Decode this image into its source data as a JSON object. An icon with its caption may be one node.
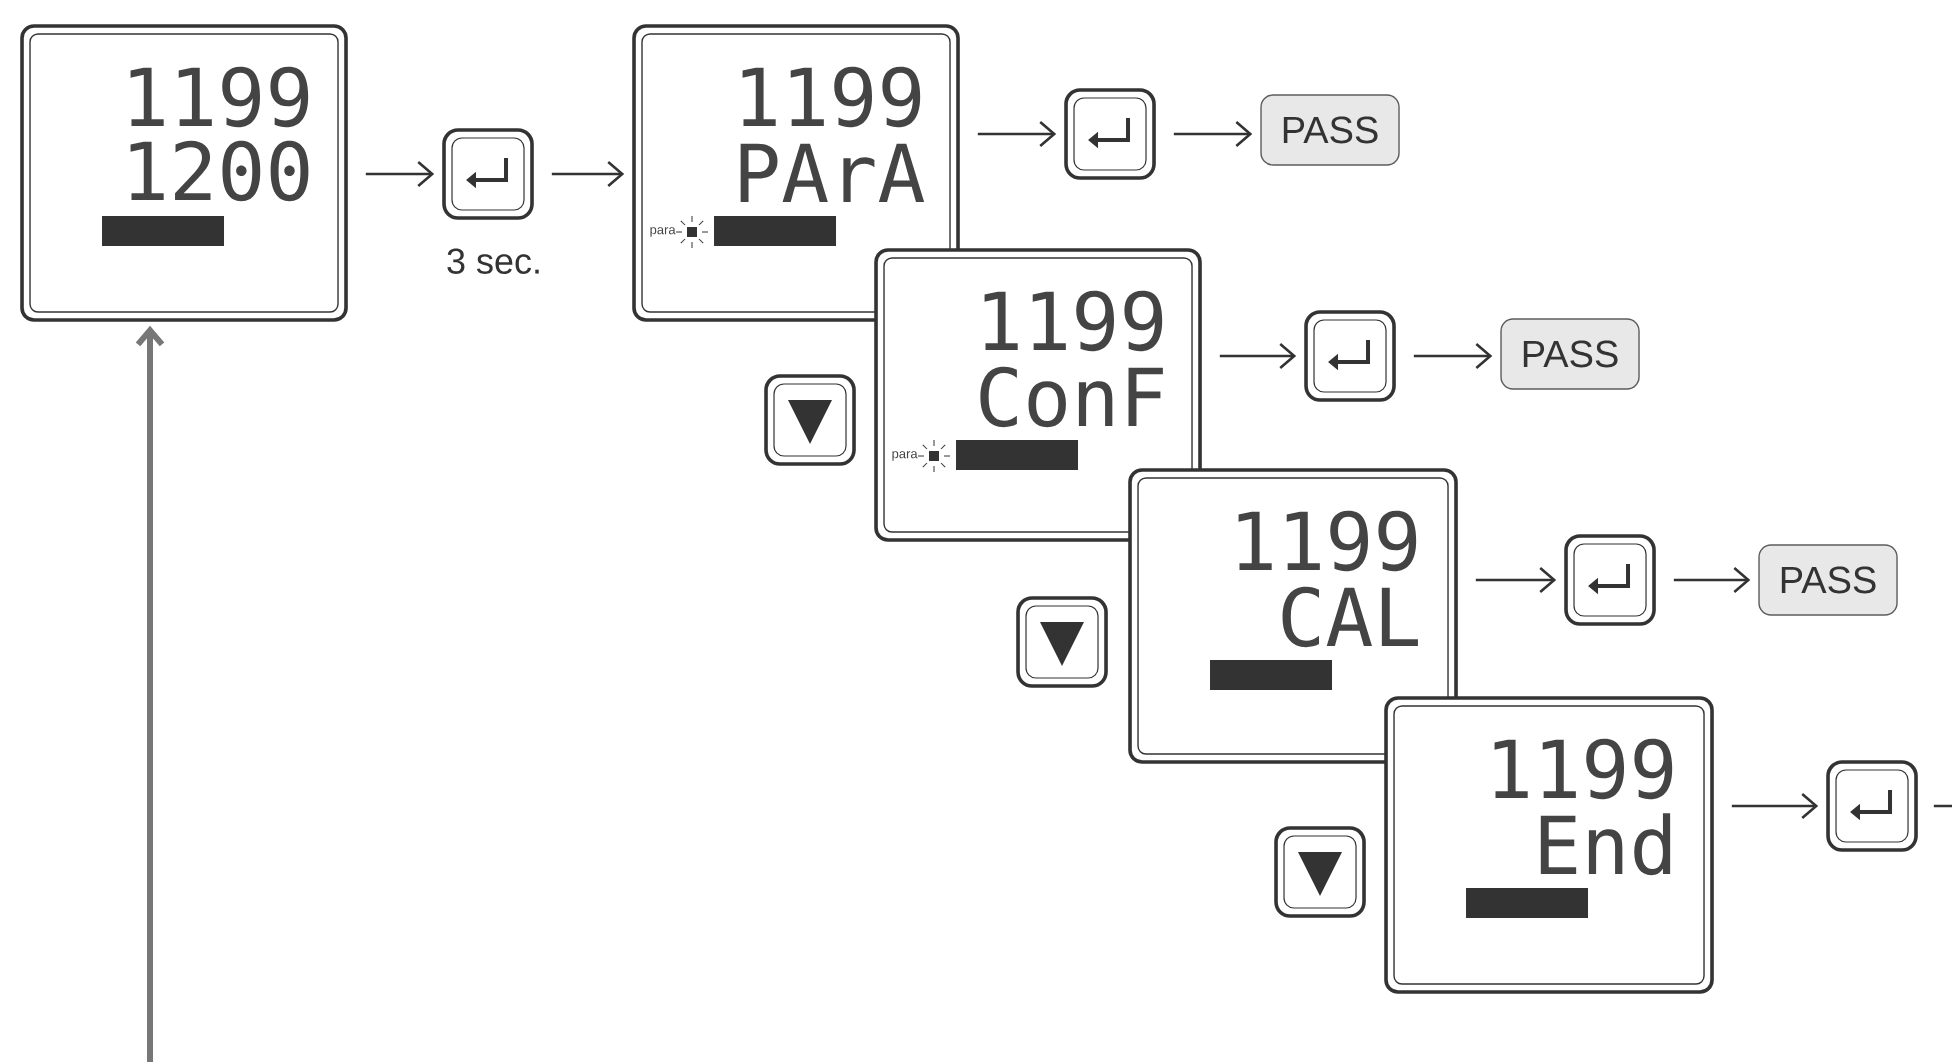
{
  "diagram": {
    "nodes": [
      {
        "text": [
          "1199",
          "1200"
        ]
      },
      {
        "text": [],
        "shape": "box",
        "beside": [
          "3 sec."
        ]
      },
      {
        "text": [
          "1199",
          "PArA",
          "para"
        ]
      },
      {
        "text": [],
        "shape": "box"
      },
      {
        "text": [
          "PASS"
        ]
      },
      {
        "text": [
          "1199",
          "ConF",
          "para"
        ]
      },
      {
        "text": [],
        "shape": "box"
      },
      {
        "text": [
          "PASS"
        ]
      },
      {
        "text": [
          "1199",
          "CAL"
        ]
      },
      {
        "text": [],
        "shape": "box"
      },
      {
        "text": [
          "PASS"
        ]
      },
      {
        "text": [
          "1199",
          "End"
        ]
      },
      {
        "text": [],
        "shape": "box"
      },
      {
        "text": [],
        "shape": "box"
      },
      {
        "text": [],
        "shape": "box"
      },
      {
        "text": [],
        "shape": "box"
      }
    ],
    "edges": [
      {
        "from": 0,
        "to": 1,
        "arrow": "to"
      },
      {
        "from": 1,
        "to": 2,
        "arrow": "to"
      },
      {
        "from": 2,
        "to": 3,
        "arrow": "to"
      },
      {
        "from": 3,
        "to": 4,
        "arrow": "to"
      },
      {
        "from": 5,
        "to": 6,
        "arrow": "to"
      },
      {
        "from": 6,
        "to": 7,
        "arrow": "to"
      },
      {
        "from": 8,
        "to": 9,
        "arrow": "to"
      },
      {
        "from": 9,
        "to": 10,
        "arrow": "to"
      },
      {
        "from": 11,
        "to": 12,
        "arrow": "to"
      },
      {
        "from": 12,
        "to": null,
        "arrow": "none"
      },
      {
        "from": null,
        "to": 0,
        "arrow": "to",
        "style": "thick",
        "color": "#777777"
      }
    ]
  }
}
